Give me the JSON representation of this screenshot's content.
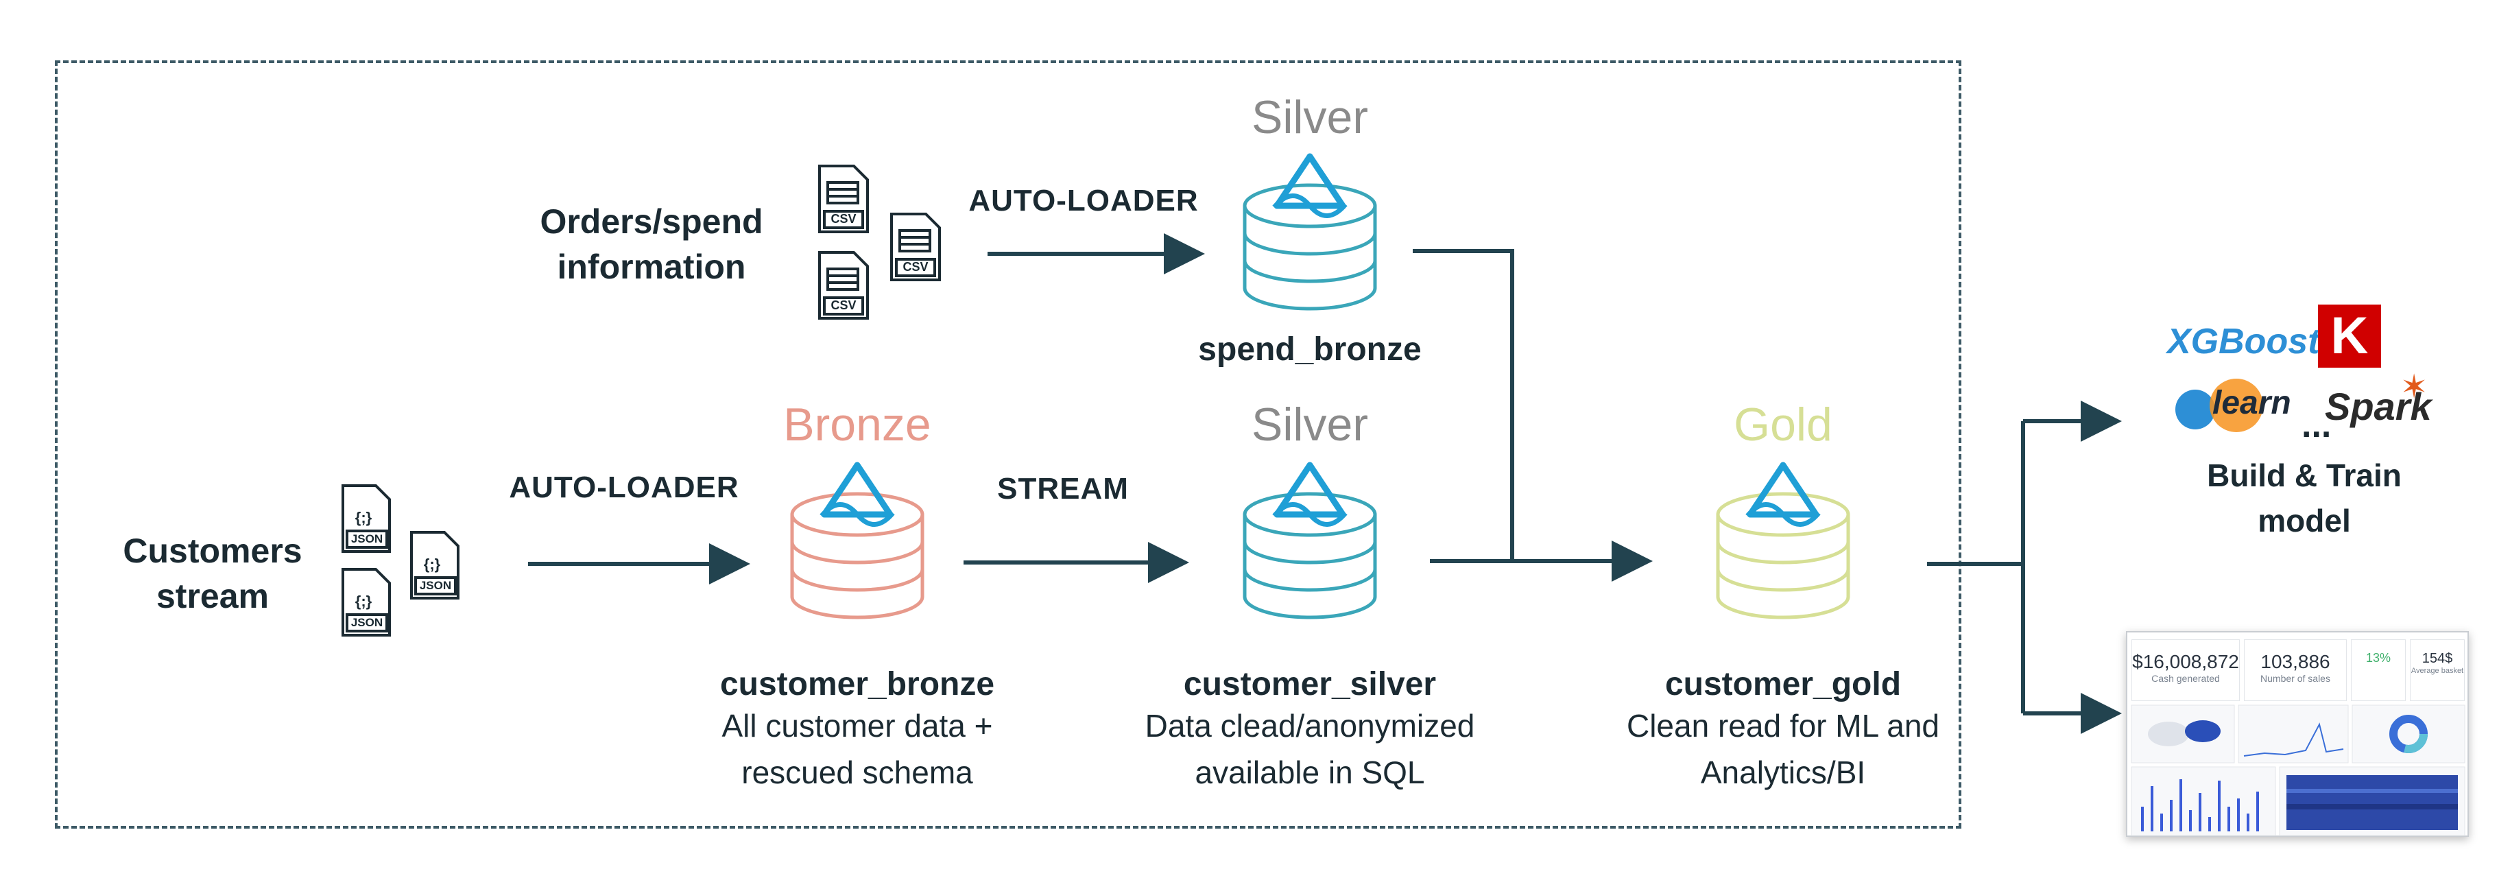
{
  "sources": {
    "orders_label": [
      "Orders/spend",
      "information"
    ],
    "customers_label": [
      "Customers",
      "stream"
    ],
    "csv_file_label": "CSV",
    "json_file_label": "JSON"
  },
  "processes": {
    "autoloader_top": "AUTO-LOADER",
    "autoloader_bottom": "AUTO-LOADER",
    "stream": "STREAM"
  },
  "tables": {
    "spend_bronze": {
      "tier": "Silver",
      "name": "spend_bronze",
      "color": "#3aa6b9"
    },
    "customer_bronze": {
      "tier": "Bronze",
      "name": "customer_bronze",
      "desc": [
        "All customer data +",
        "rescued schema"
      ],
      "color": "#e79a8c"
    },
    "customer_silver": {
      "tier": "Silver",
      "name": "customer_silver",
      "desc": [
        "Data clead/anonymized",
        "available in SQL"
      ],
      "color": "#3aa6b9"
    },
    "customer_gold": {
      "tier": "Gold",
      "name": "customer_gold",
      "desc": [
        "Clean read for ML and",
        "Analytics/BI"
      ],
      "color": "#d6df95"
    }
  },
  "outputs": {
    "ml_logos": {
      "xgboost": "XGBoost",
      "keras": "K",
      "sklearn": "learn",
      "spark": "Spark",
      "ellipsis": "..."
    },
    "ml_label": [
      "Build & Train",
      "model"
    ],
    "dashboard": {
      "kpis": [
        {
          "value": "$16,008,872",
          "caption": "Cash generated"
        },
        {
          "value": "103,886",
          "caption": "Number of sales"
        },
        {
          "value": "13%",
          "caption": ""
        },
        {
          "value": "154$",
          "caption": "Average basket"
        }
      ]
    }
  },
  "colors": {
    "arrow": "#22434f",
    "delta_logo": "#1f9fd6",
    "tier_label_silver": "#8a8a8a"
  }
}
